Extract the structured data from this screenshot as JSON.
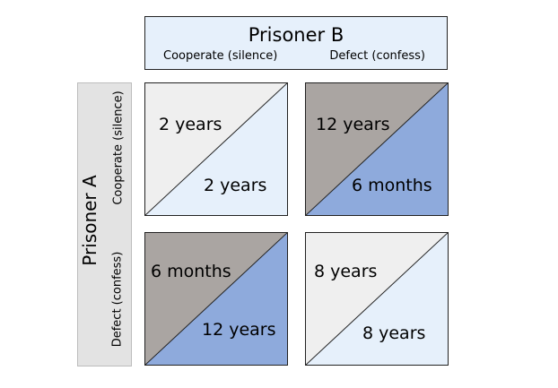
{
  "prisoner_b": {
    "title": "Prisoner B",
    "options": [
      "Cooperate (silence)",
      "Defect (confess)"
    ]
  },
  "prisoner_a": {
    "title": "Prisoner A",
    "options": [
      "Cooperate (silence)",
      "Defect (confess)"
    ]
  },
  "colors": {
    "light_gray": "#efefef",
    "light_blue": "#e6f0fb",
    "dark_gray": "#aaa5a2",
    "blue": "#8eaadc",
    "border": "#222222"
  },
  "matrix": [
    [
      {
        "a_outcome": "2 years",
        "b_outcome": "2 years",
        "scheme": "light"
      },
      {
        "a_outcome": "12 years",
        "b_outcome": "6 months",
        "scheme": "dark"
      }
    ],
    [
      {
        "a_outcome": "6 months",
        "b_outcome": "12 years",
        "scheme": "dark"
      },
      {
        "a_outcome": "8 years",
        "b_outcome": "8 years",
        "scheme": "light"
      }
    ]
  ]
}
